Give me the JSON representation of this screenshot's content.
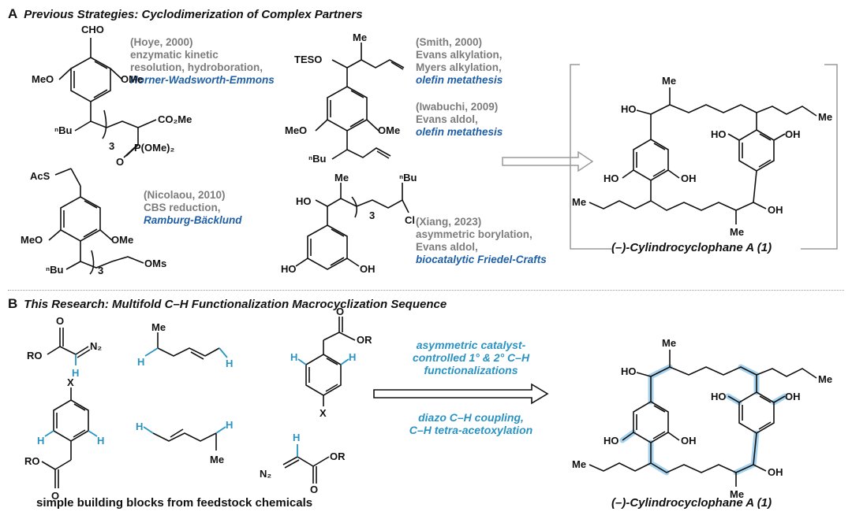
{
  "panel_a": {
    "letter": "A",
    "title": "Previous Strategies: Cyclodimerization of Complex Partners",
    "citations": [
      {
        "ref": "(Hoye, 2000)",
        "lines": [
          "enzymatic kinetic",
          "resolution, hydroboration,"
        ],
        "highlight": [
          "Horner-Wadsworth-Emmons"
        ]
      },
      {
        "ref": "(Smith, 2000)",
        "lines": [
          "Evans alkylation,",
          "Myers alkylation,"
        ],
        "highlight": [
          "olefin metathesis"
        ]
      },
      {
        "ref": "(Iwabuchi, 2009)",
        "lines": [
          "Evans aldol,"
        ],
        "highlight": [
          "olefin metathesis"
        ]
      },
      {
        "ref": "(Nicolaou, 2010)",
        "lines": [
          "CBS reduction,"
        ],
        "highlight": [
          "Ramburg-Bäcklund"
        ]
      },
      {
        "ref": "(Xiang, 2023)",
        "lines": [
          "asymmetric borylation,",
          "Evans aldol,"
        ],
        "highlight": [
          "biocatalytic Friedel-Crafts"
        ]
      }
    ],
    "product_caption": "(–)-Cylindrocyclophane A (1)"
  },
  "panel_b": {
    "letter": "B",
    "title": "This Research: Multifold C–H Functionalization Macrocyclization Sequence",
    "arrow_top_lines": [
      "asymmetric catalyst-",
      "controlled 1° & 2° C–H",
      "functionalizations"
    ],
    "arrow_bottom_lines": [
      "diazo C–H coupling,",
      "C–H tetra-acetoxylation"
    ],
    "building_blocks_caption": "simple building blocks from feedstock chemicals",
    "product_caption": "(–)-Cylindrocyclophane A (1)"
  },
  "atoms": {
    "cho": "CHO",
    "meo": "MeO",
    "ome": "OMe",
    "nbu": "ⁿBu",
    "sub3": "3",
    "co2me": "CO₂Me",
    "po": "O",
    "pome": "P(OMe)₂",
    "me": "Me",
    "teso": "TESO",
    "acs": "AcS",
    "oms": "OMs",
    "ho": "HO",
    "oh": "OH",
    "cl": "Cl",
    "bu": "ⁿBu",
    "ro": "RO",
    "or": "OR",
    "o": "O",
    "n2": "N₂",
    "h": "H",
    "x": "X"
  },
  "colors": {
    "highlight_blue": "#1f5fa5",
    "teal": "#2a93c3",
    "bond_glow": "#a7d3ee",
    "grey_text": "#7c7c7c",
    "frame": "#9a9a9a"
  }
}
